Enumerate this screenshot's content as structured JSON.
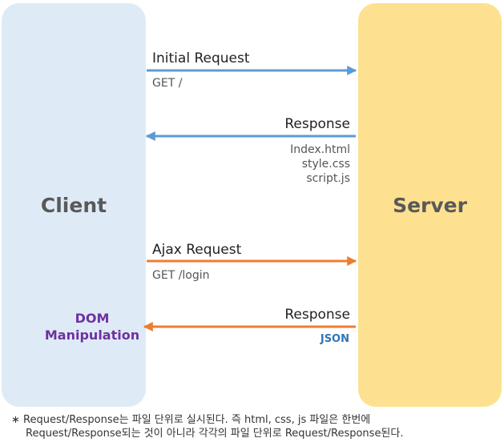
{
  "client": {
    "label": "Client"
  },
  "server": {
    "label": "Server"
  },
  "initial_request": {
    "label": "Initial Request",
    "detail": "GET /"
  },
  "response_1": {
    "label": "Response",
    "files": [
      "Index.html",
      "style.css",
      "script.js"
    ]
  },
  "ajax_request": {
    "label": "Ajax Request",
    "detail": "GET /login"
  },
  "response_2": {
    "label": "Response",
    "detail": "JSON"
  },
  "dom": {
    "line1": "DOM",
    "line2": "Manipulation"
  },
  "footnote": {
    "line1": "∗ Request/Response는 파일 단위로 실시된다. 즉 html, css, js 파일은 한번에",
    "line2": "Request/Response되는 것이 아니라 각각의 파일 단위로 Request/Response된다."
  },
  "colors": {
    "client_box": "#deebf7",
    "server_box": "#fde190",
    "initial_arrow": "#5b9bd5",
    "ajax_arrow": "#ed7d31",
    "dom_text": "#7030a0",
    "json_text": "#2e75b6"
  }
}
